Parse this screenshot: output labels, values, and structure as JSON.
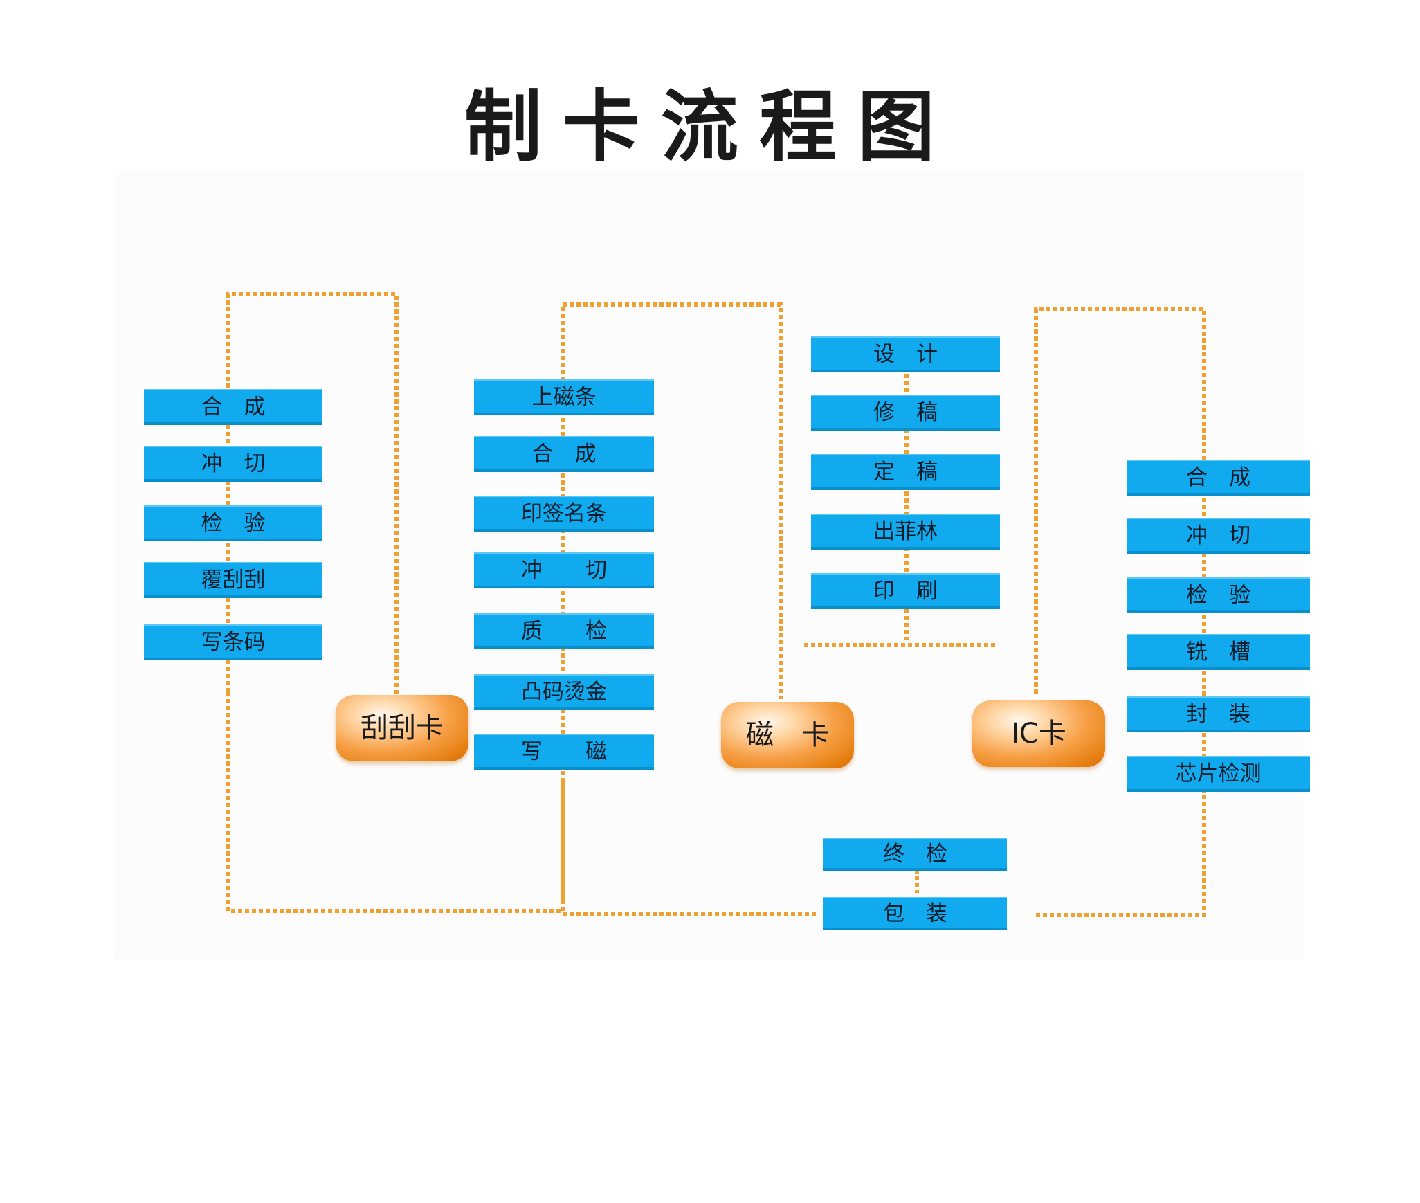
{
  "title": "制卡流程图",
  "colors": {
    "box": "#11aaee",
    "dotted_line": "#f0a030",
    "pill": "#f29020"
  },
  "scratch": {
    "label": "刮刮卡",
    "steps": [
      "合　成",
      "冲　切",
      "检　验",
      "覆刮刮",
      "写条码"
    ]
  },
  "magnetic": {
    "label": "磁　卡",
    "steps": [
      "上磁条",
      "合　成",
      "印签名条",
      "冲　　切",
      "质　　检",
      "凸码烫金",
      "写　　磁"
    ]
  },
  "design": {
    "steps": [
      "设　计",
      "修　稿",
      "定　稿",
      "出菲林",
      "印　刷"
    ]
  },
  "ic": {
    "label": "IC卡",
    "steps": [
      "合　成",
      "冲　切",
      "检　验",
      "铣　槽",
      "封　装",
      "芯片检测"
    ]
  },
  "final": {
    "steps": [
      "终　检",
      "包　装"
    ]
  }
}
